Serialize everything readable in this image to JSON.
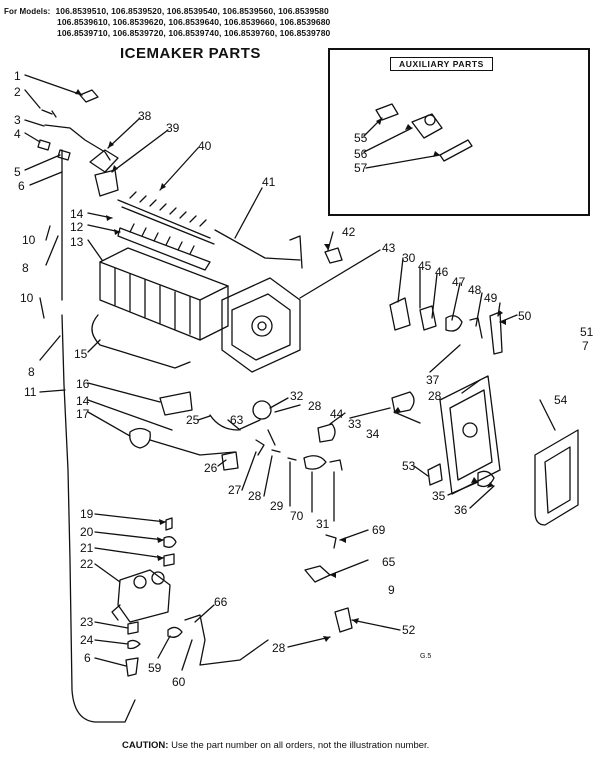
{
  "header": {
    "models_label": "For Models:",
    "model_rows": [
      "106.8539510, 106.8539520, 106.8539540, 106.8539560, 106.8539580",
      "106.8539610, 106.8539620, 106.8539640, 106.8539660, 106.8539680",
      "106.8539710, 106.8539720, 106.8539740, 106.8539760, 106.8539780"
    ]
  },
  "title": "ICEMAKER PARTS",
  "aux_title": "AUXILIARY PARTS",
  "callouts": [
    "1",
    "2",
    "3",
    "4",
    "5",
    "6",
    "38",
    "39",
    "40",
    "41",
    "14",
    "12",
    "13",
    "10",
    "8",
    "42",
    "43",
    "30",
    "45",
    "46",
    "47",
    "48",
    "49",
    "50",
    "10",
    "8",
    "15",
    "51",
    "7",
    "11",
    "16",
    "14",
    "17",
    "25",
    "63",
    "32",
    "28",
    "44",
    "33",
    "34",
    "37",
    "28",
    "54",
    "26",
    "27",
    "28",
    "29",
    "70",
    "31",
    "53",
    "35",
    "36",
    "69",
    "65",
    "9",
    "19",
    "20",
    "21",
    "22",
    "23",
    "24",
    "6",
    "59",
    "60",
    "66",
    "28",
    "52",
    "55",
    "56",
    "57"
  ],
  "small_mark": "G.5",
  "caution": {
    "label": "CAUTION:",
    "text": "Use the part number on all orders, not the illustration number."
  }
}
